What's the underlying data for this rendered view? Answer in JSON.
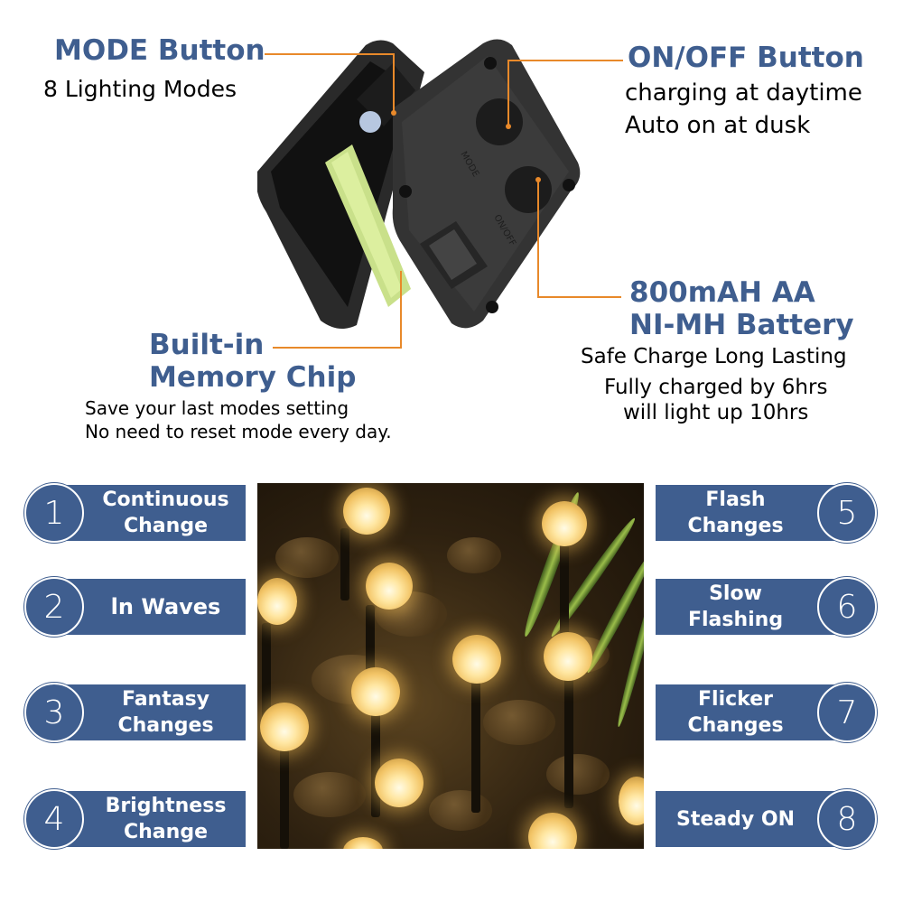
{
  "callouts": {
    "mode_button": {
      "title": "MODE Button",
      "lines": [
        "8 Lighting Modes"
      ]
    },
    "onoff_button": {
      "title": "ON/OFF Button",
      "lines": [
        "charging at daytime",
        "Auto on at dusk"
      ]
    },
    "battery": {
      "title_lines": [
        "800mAH AA",
        "NI-MH Battery"
      ],
      "lines": [
        "Safe Charge Long Lasting",
        "Fully charged by 6hrs",
        "will light up 10hrs"
      ]
    },
    "memory_chip": {
      "title_lines": [
        "Built-in",
        "Memory Chip"
      ],
      "lines": [
        "Save your last modes setting",
        "No need to reset mode every day."
      ]
    }
  },
  "device": {
    "button_labels": [
      "MODE",
      "ON/OFF"
    ]
  },
  "modes": [
    {
      "number": "1",
      "label": "Continuous\nChange"
    },
    {
      "number": "2",
      "label": "ln Waves"
    },
    {
      "number": "3",
      "label": "Fantasy\nChanges"
    },
    {
      "number": "4",
      "label": "Brightness\nChange"
    },
    {
      "number": "5",
      "label": "Flash\nChanges"
    },
    {
      "number": "6",
      "label": "Slow\nFlashing"
    },
    {
      "number": "7",
      "label": "Flicker\nChanges"
    },
    {
      "number": "8",
      "label": "Steady ON"
    }
  ],
  "colors": {
    "accent_blue": "#3f5e8f",
    "leader_orange": "#e8892a",
    "text_black": "#000000"
  }
}
